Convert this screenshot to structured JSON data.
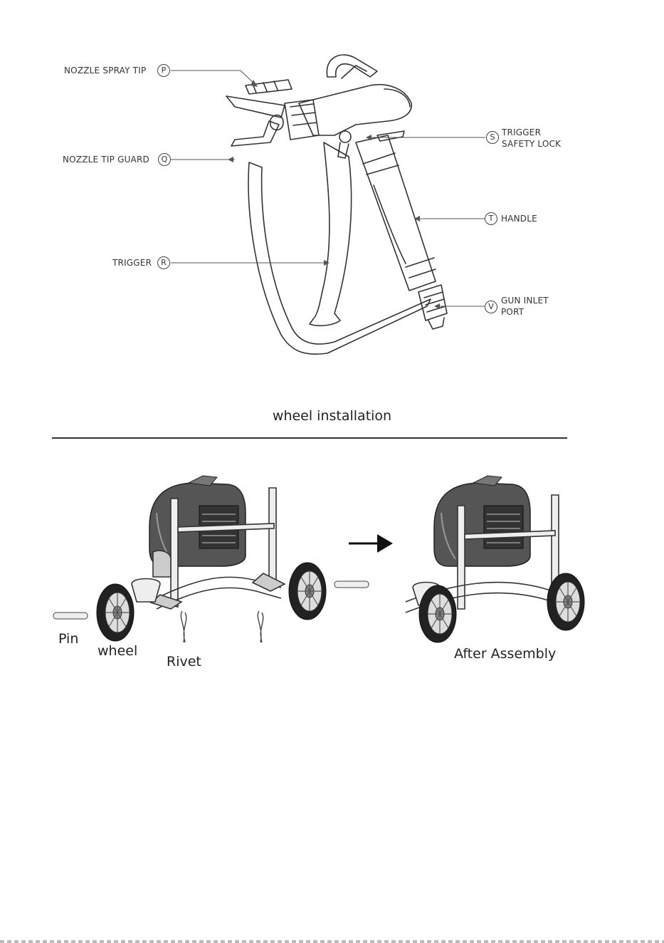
{
  "gun_diagram": {
    "callouts": [
      {
        "letter": "P",
        "text": "NOZZLE SPRAY TIP"
      },
      {
        "letter": "Q",
        "text": "NOZZLE TIP GUARD"
      },
      {
        "letter": "R",
        "text": "TRIGGER"
      },
      {
        "letter": "S",
        "text_line1": "TRIGGER",
        "text_line2": "SAFETY LOCK"
      },
      {
        "letter": "T",
        "text": "HANDLE"
      },
      {
        "letter": "V",
        "text_line1": "GUN INLET",
        "text_line2": "PORT"
      }
    ]
  },
  "wheel_section": {
    "title": "wheel installation",
    "labels": {
      "pin": "Pin",
      "wheel": "wheel",
      "rivet": "Rivet",
      "after": "After Assembly"
    }
  }
}
